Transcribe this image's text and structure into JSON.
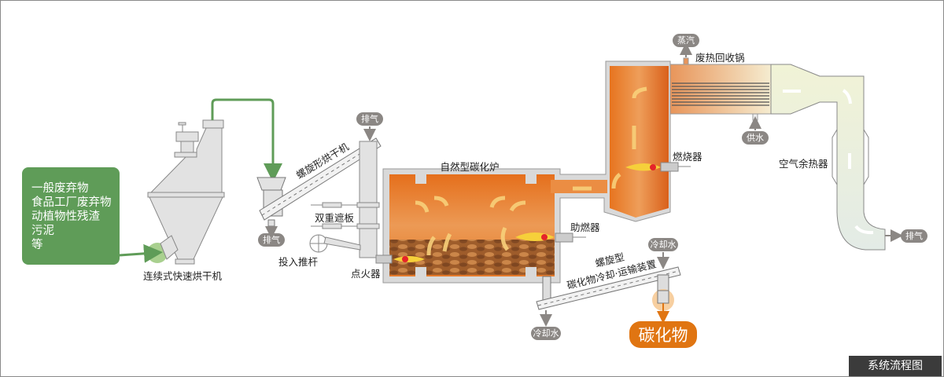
{
  "source_box": {
    "lines": [
      "一般废弃物",
      "食品工厂废弃物",
      "动植物性残渣",
      "污泥",
      "等"
    ]
  },
  "labels": {
    "fast_dryer": "连续式快速烘干机",
    "spiral_dryer": "螺旋形烘干机",
    "double_shutter": "双重遮板",
    "push_rod": "投入推杆",
    "igniter": "点火器",
    "furnace": "自然型碳化炉",
    "burner": "燃烧器",
    "combustion_aid": "助燃器",
    "boiler": "废热回收锅",
    "air_heater": "空气余热器",
    "cooler_1": "螺旋型",
    "cooler_2": "碳化物冷却·运输装置"
  },
  "badges": {
    "exhaust_1": "排气",
    "exhaust_2": "排气",
    "exhaust_3": "排气",
    "steam": "蒸汽",
    "water_supply": "供水",
    "cooling_water_in": "冷却水",
    "cooling_water_out": "冷却水"
  },
  "product": "碳化物",
  "legend": "系统流程图",
  "colors": {
    "green": "#5f9c58",
    "orange": "#e8731f",
    "product": "#e07512",
    "badge": "#8b8784"
  }
}
